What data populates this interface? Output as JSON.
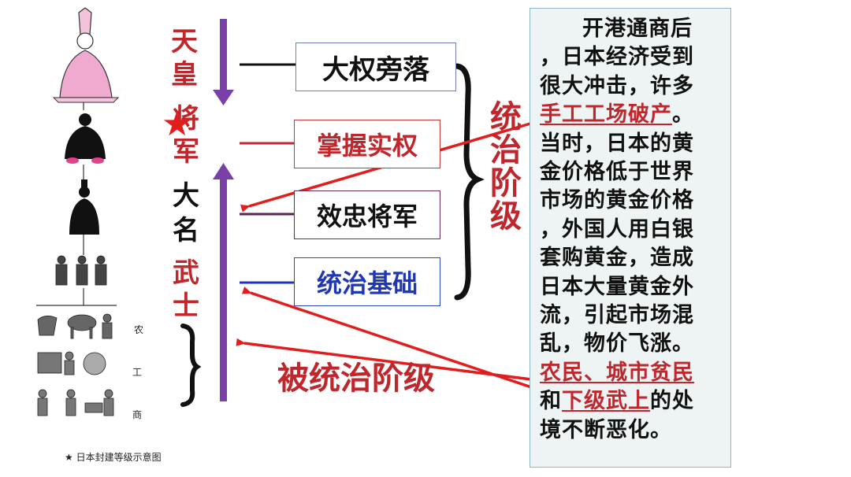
{
  "caption": "★ 日本封建等级示意图",
  "illustration_labels": {
    "nong": "农",
    "gong": "工",
    "shang": "商"
  },
  "hierarchy": {
    "tian": "天",
    "huang": "皇",
    "jiang": "将",
    "jun": "军",
    "da": "大",
    "ming": "名",
    "wu": "武",
    "shi": "士"
  },
  "star": "★",
  "boxes": {
    "power_lost": "大权旁落",
    "real_power": "掌握实权",
    "loyal": "效忠将军",
    "base": "统治基础"
  },
  "ruling_class": [
    "统",
    "治",
    "阶",
    "级"
  ],
  "ruled_class": "被统治阶级",
  "panel": {
    "l1": "开港通商后",
    "l2": "，日本经济受到",
    "l3": "很大冲击，许多",
    "l4a": "手工工场破产",
    "l4b": "。",
    "l5": "当时，日本的黄",
    "l6": "金价格低于世界",
    "l7": "市场的黄金价格",
    "l8": "，外国人用白银",
    "l9": "套购黄金，造成",
    "l10": "日本大量黄金外",
    "l11": "流，引起市场混",
    "l12": "乱，物价飞涨。",
    "l13": "农民、城市贫民",
    "l14a": "和",
    "l14b": "下级武上",
    "l14c": "的处",
    "l15": "境不断恶化。"
  },
  "colors": {
    "red": "#c0272d",
    "purple": "#7b3fa8",
    "blue": "#1f36b5",
    "panel_bg": "#eef3f4"
  }
}
